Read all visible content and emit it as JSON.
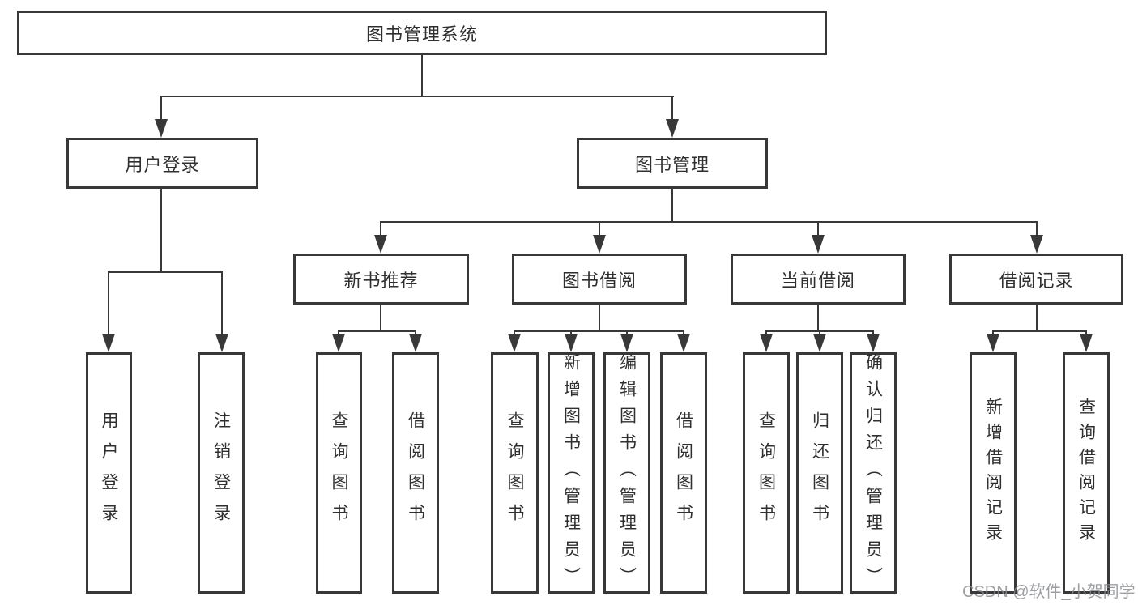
{
  "tree": {
    "root": {
      "label": "图书管理系统"
    },
    "branches": [
      {
        "label": "用户登录",
        "children": [
          {
            "label": "用户登录"
          },
          {
            "label": "注销登录"
          }
        ]
      },
      {
        "label": "图书管理",
        "children": [
          {
            "label": "新书推荐",
            "children": [
              {
                "label": "查询图书"
              },
              {
                "label": "借阅图书"
              }
            ]
          },
          {
            "label": "图书借阅",
            "children": [
              {
                "label": "查询图书"
              },
              {
                "label": "新增图书（管理员）"
              },
              {
                "label": "编辑图书（管理员）"
              },
              {
                "label": "借阅图书"
              }
            ]
          },
          {
            "label": "当前借阅",
            "children": [
              {
                "label": "查询图书"
              },
              {
                "label": "归还图书"
              },
              {
                "label": "确认归还（管理员）"
              }
            ]
          },
          {
            "label": "借阅记录",
            "children": [
              {
                "label": "新增借阅记录"
              },
              {
                "label": "查询借阅记录"
              }
            ]
          }
        ]
      }
    ]
  },
  "watermark": {
    "text": "CSDN @软件_小贺同学"
  },
  "colors": {
    "line": "#383838",
    "text": "#333333",
    "background": "#ffffff",
    "watermark": "#878a8e"
  }
}
